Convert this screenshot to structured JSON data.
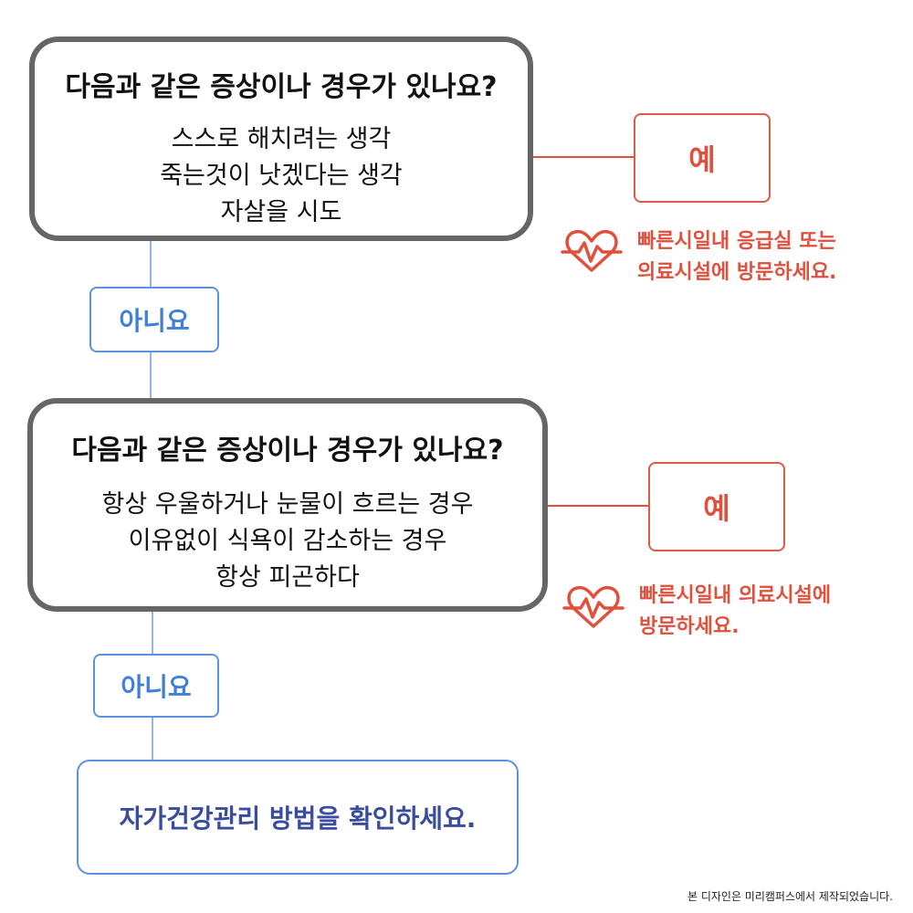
{
  "question1": {
    "title": "다음과 같은 증상이나 경우가 있나요?",
    "lines": [
      "스스로 해치려는 생각",
      "죽는것이 낫겠다는 생각",
      "자살을 시도"
    ]
  },
  "yes1": {
    "label": "예"
  },
  "advice1": {
    "lines": [
      "빠른시일내 응급실 또는",
      "의료시설에 방문하세요."
    ]
  },
  "no1": {
    "label": "아니요"
  },
  "question2": {
    "title": "다음과 같은 증상이나 경우가 있나요?",
    "lines": [
      "항상 우울하거나 눈물이 흐르는 경우",
      "이유없이 식욕이 감소하는 경우",
      "항상 피곤하다"
    ]
  },
  "yes2": {
    "label": "예"
  },
  "advice2": {
    "lines": [
      "빠른시일내 의료시설에",
      "방문하세요."
    ]
  },
  "no2": {
    "label": "아니요"
  },
  "final": {
    "label": "자가건강관리 방법을 확인하세요."
  },
  "footnote": "본 디자인은 미리캠퍼스에서 제작되었습니다.",
  "colors": {
    "yes_accent": "#e0503c",
    "no_accent": "#3f7fd9",
    "question_border": "#666666",
    "final_text": "#3a4c9c"
  },
  "icons": {
    "advice": "heartbeat-icon"
  }
}
